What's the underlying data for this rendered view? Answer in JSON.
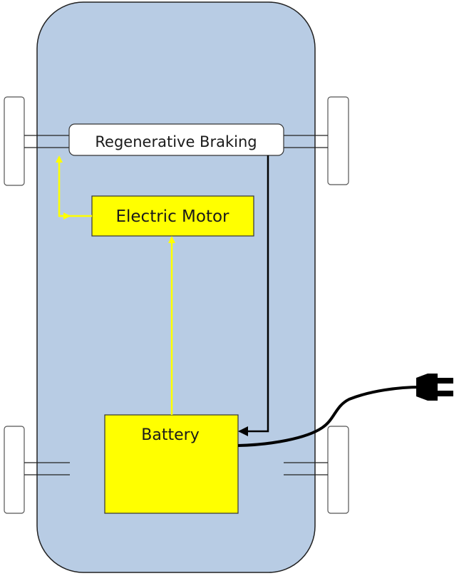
{
  "diagram": {
    "regenerative_braking_label": "Regenerative Braking",
    "electric_motor_label": "Electric Motor",
    "battery_label": "Battery"
  },
  "colors": {
    "car_body": "#b8cce4",
    "component_fill": "#ffff00",
    "energy_flow_arrow": "#ffff00",
    "recharge_arrow": "#000000",
    "outline": "#000000",
    "wheel_fill": "#ffffff"
  },
  "icons": {
    "plug": "charging-plug-icon"
  }
}
